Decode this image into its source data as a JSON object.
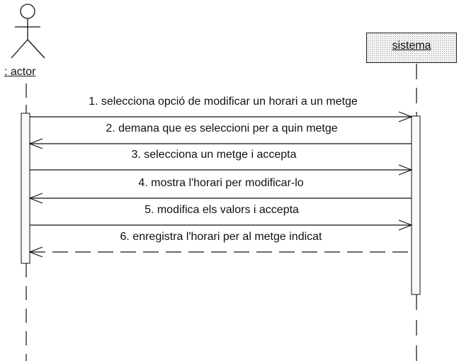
{
  "actor": {
    "label": ": actor"
  },
  "system": {
    "label": "sistema"
  },
  "messages": [
    {
      "label": "1. selecciona opció de modificar un horari a un metge",
      "direction": "right",
      "style": "solid"
    },
    {
      "label": "2. demana que es seleccioni per a quin metge",
      "direction": "left",
      "style": "solid"
    },
    {
      "label": "3. selecciona un metge i accepta",
      "direction": "right",
      "style": "solid"
    },
    {
      "label": "4. mostra l'horari per modificar-lo",
      "direction": "left",
      "style": "solid"
    },
    {
      "label": "5. modifica els valors i accepta",
      "direction": "right",
      "style": "solid"
    },
    {
      "label": "6. enregistra l'horari per al metge indicat",
      "direction": "left",
      "style": "dashed"
    }
  ]
}
